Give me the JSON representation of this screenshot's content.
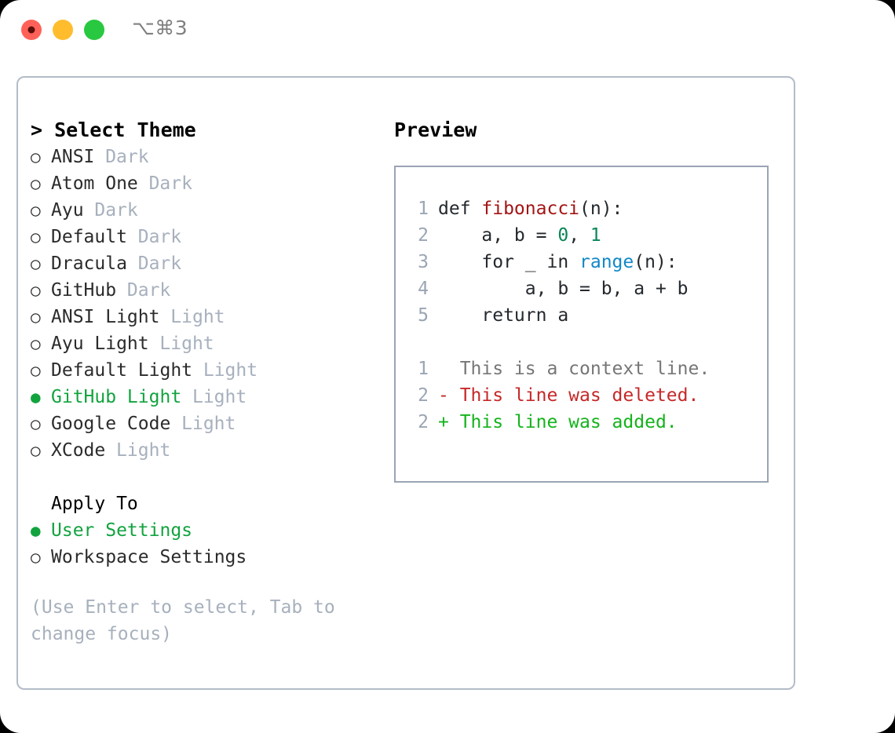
{
  "titlebar": {
    "shortcut": "⌥⌘3",
    "buttons": [
      "close",
      "minimize",
      "maximize"
    ]
  },
  "left_panel": {
    "heading": "> Select Theme",
    "themes": [
      {
        "bullet": "○",
        "name": "ANSI",
        "tag": "Dark",
        "selected": false
      },
      {
        "bullet": "○",
        "name": "Atom One",
        "tag": "Dark",
        "selected": false
      },
      {
        "bullet": "○",
        "name": "Ayu",
        "tag": "Dark",
        "selected": false
      },
      {
        "bullet": "○",
        "name": "Default",
        "tag": "Dark",
        "selected": false
      },
      {
        "bullet": "○",
        "name": "Dracula",
        "tag": "Dark",
        "selected": false
      },
      {
        "bullet": "○",
        "name": "GitHub",
        "tag": "Dark",
        "selected": false
      },
      {
        "bullet": "○",
        "name": "ANSI Light",
        "tag": "Light",
        "selected": false
      },
      {
        "bullet": "○",
        "name": "Ayu Light",
        "tag": "Light",
        "selected": false
      },
      {
        "bullet": "○",
        "name": "Default Light",
        "tag": "Light",
        "selected": false
      },
      {
        "bullet": "●",
        "name": "GitHub Light",
        "tag": "Light",
        "selected": true
      },
      {
        "bullet": "○",
        "name": "Google Code",
        "tag": "Light",
        "selected": false
      },
      {
        "bullet": "○",
        "name": "XCode",
        "tag": "Light",
        "selected": false
      }
    ],
    "apply_to": {
      "heading": "Apply To",
      "options": [
        {
          "bullet": "●",
          "label": "User Settings",
          "selected": true
        },
        {
          "bullet": "○",
          "label": "Workspace Settings",
          "selected": false
        }
      ]
    },
    "hint": "(Use Enter to select, Tab to change focus)"
  },
  "preview": {
    "title": "Preview",
    "code_lines": [
      {
        "no": "1",
        "tokens": [
          {
            "t": "def ",
            "c": "plain"
          },
          {
            "t": "fibonacci",
            "c": "fn"
          },
          {
            "t": "(n):",
            "c": "plain"
          }
        ]
      },
      {
        "no": "2",
        "tokens": [
          {
            "t": "    a, b = ",
            "c": "plain"
          },
          {
            "t": "0",
            "c": "num"
          },
          {
            "t": ", ",
            "c": "plain"
          },
          {
            "t": "1",
            "c": "num"
          }
        ]
      },
      {
        "no": "3",
        "tokens": [
          {
            "t": "    for _ in ",
            "c": "plain"
          },
          {
            "t": "range",
            "c": "call"
          },
          {
            "t": "(n):",
            "c": "plain"
          }
        ]
      },
      {
        "no": "4",
        "tokens": [
          {
            "t": "        a, b = b, a + b",
            "c": "plain"
          }
        ]
      },
      {
        "no": "5",
        "tokens": [
          {
            "t": "    return a",
            "c": "plain"
          }
        ]
      }
    ],
    "diff_lines": [
      {
        "no": "1",
        "marker": "  ",
        "text": "  This is a context line.",
        "kind": "ctx"
      },
      {
        "no": "2",
        "marker": "- ",
        "text": "- This line was deleted.",
        "kind": "del"
      },
      {
        "no": "2",
        "marker": "+ ",
        "text": "+ This line was added.",
        "kind": "add"
      }
    ]
  },
  "colors": {
    "accent_green": "#12A33F",
    "muted": "#a7b0bd",
    "border": "#b3bcc9",
    "preview_border": "#9aa5b4",
    "diff_delete": "#C62828",
    "diff_add": "#14B31B",
    "syntax_function": "#A31515",
    "syntax_number": "#098658",
    "syntax_call": "#1288C8"
  }
}
